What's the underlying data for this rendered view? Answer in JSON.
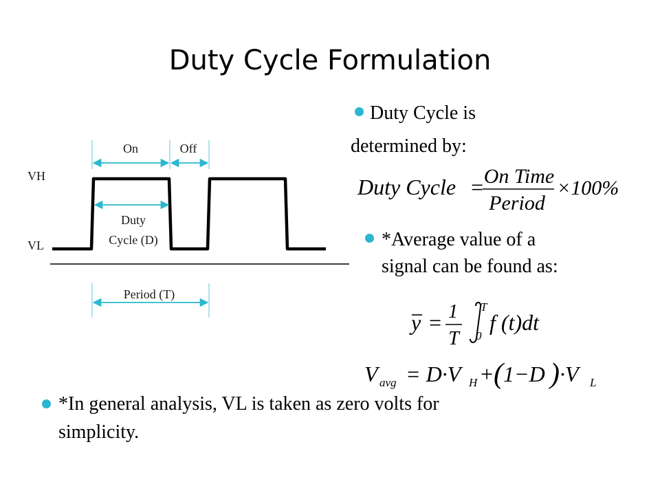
{
  "title": "Duty Cycle Formulation",
  "bullets": {
    "duty_line1": "Duty Cycle is",
    "duty_line2": "determined by:",
    "avg_line1": "*Average value of a",
    "avg_line2": "signal can be found as:",
    "general_line1": "*In general analysis, VL is taken as zero volts for",
    "general_line2": "simplicity."
  },
  "diagram": {
    "on": "On",
    "off": "Off",
    "vh": "VH",
    "vl": "VL",
    "duty1": "Duty",
    "duty2": "Cycle (D)",
    "period": "Period (T)"
  },
  "formulas": {
    "duty_lhs": "Duty Cycle",
    "eq": "=",
    "numer": "On Time",
    "denom": "Period",
    "times": "×100%",
    "ybar_y": "y",
    "one": "1",
    "T": "T",
    "int_upper": "T",
    "int_lower": "0",
    "integrand": "f (t)dt",
    "v": "V",
    "avg": "avg",
    "rhs_d1": "= D·V",
    "h": "H",
    "plus": "+",
    "one_minus_d": "1−D",
    "dot_v": "·V",
    "l": "L"
  },
  "colors": {
    "bullet": "#2ab7cf",
    "arrow": "#2ab7cf"
  }
}
